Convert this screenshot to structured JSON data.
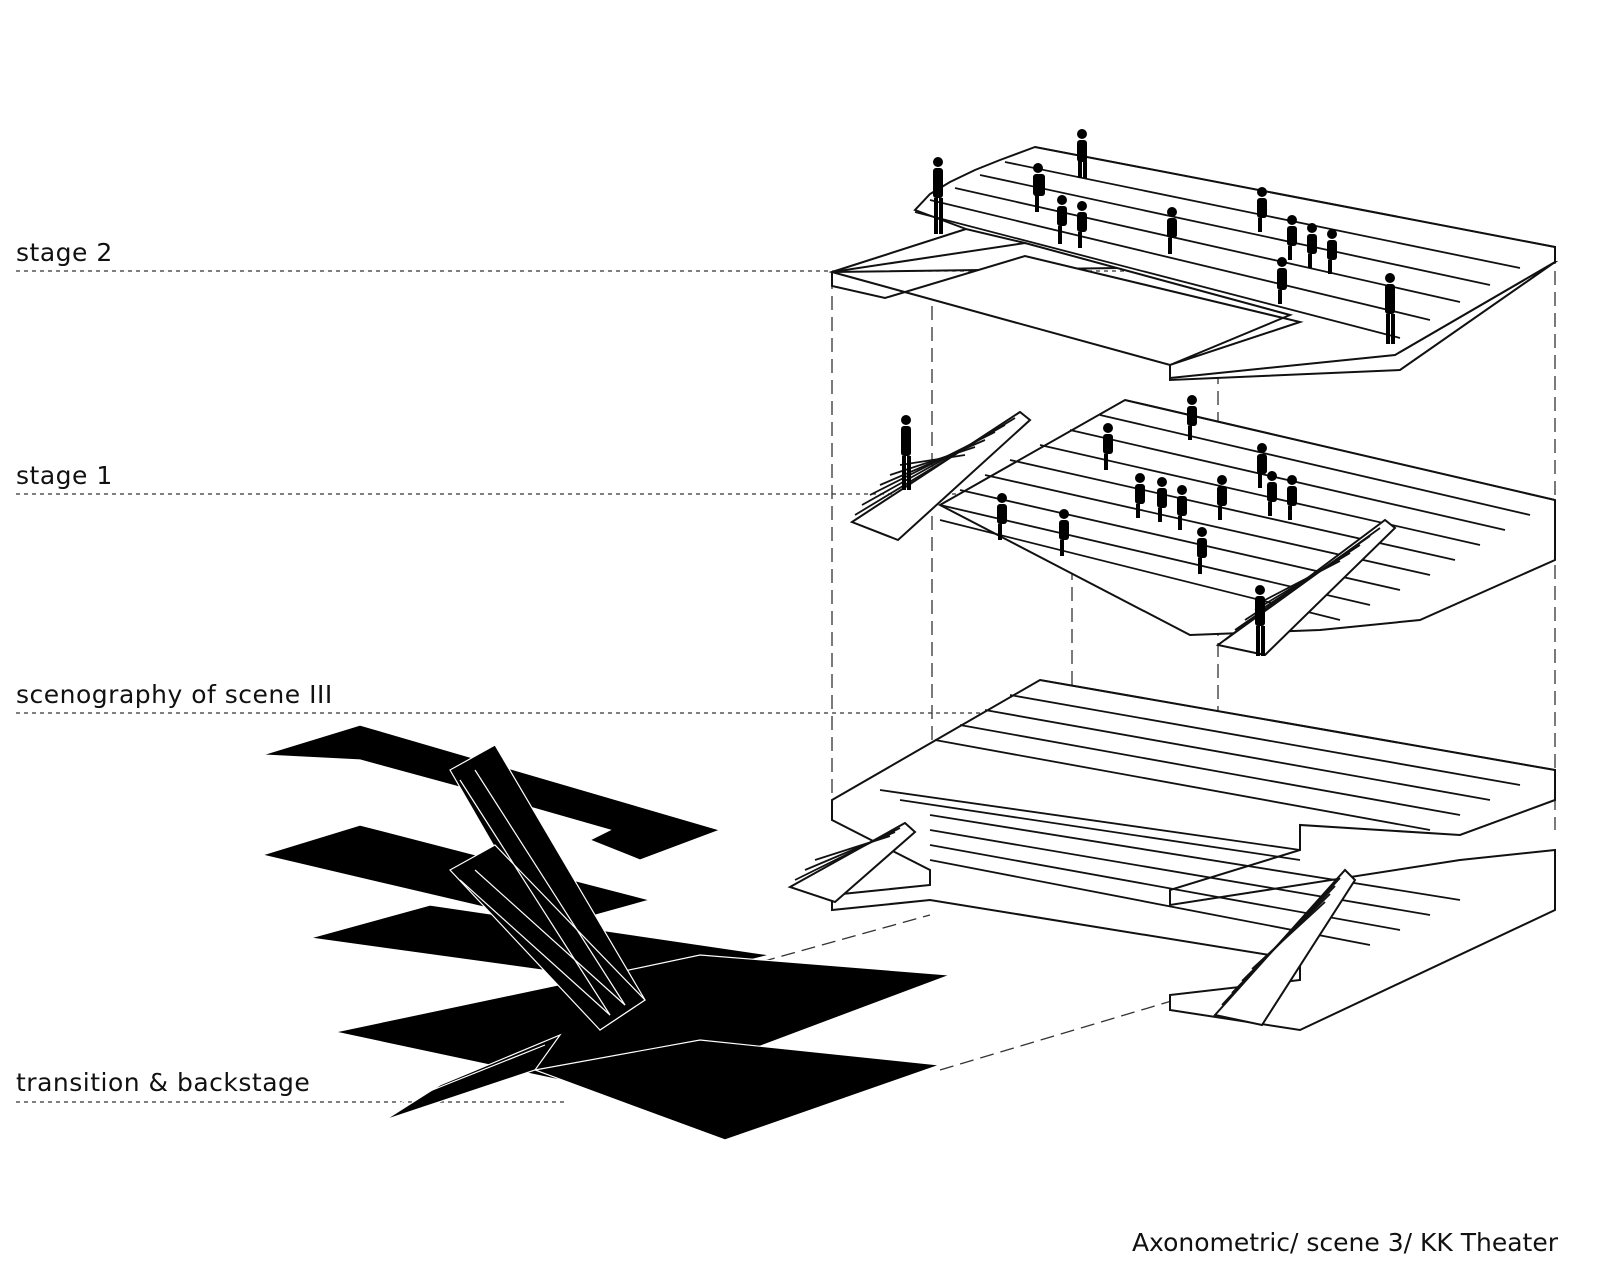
{
  "levels": [
    {
      "id": "stage-2",
      "label": "stage 2"
    },
    {
      "id": "stage-1",
      "label": "stage 1"
    },
    {
      "id": "scenography",
      "label": "scenography of scene III"
    },
    {
      "id": "transition",
      "label": "transition & backstage"
    }
  ],
  "caption": "Axonometric/ scene 3/ KK Theater"
}
